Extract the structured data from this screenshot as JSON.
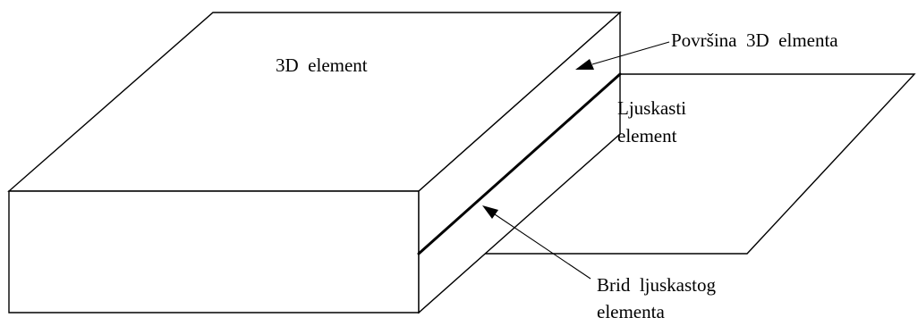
{
  "labels": {
    "solid_element": "3D  element",
    "surface_of_solid": "Površina  3D  elmenta",
    "shell_element_line1": "Ljuskasti",
    "shell_element_line2": "element",
    "shell_edge_line1": "Brid  ljuskastog",
    "shell_edge_line2": "elementa"
  },
  "colors": {
    "stroke": "#000000",
    "background": "#ffffff"
  }
}
